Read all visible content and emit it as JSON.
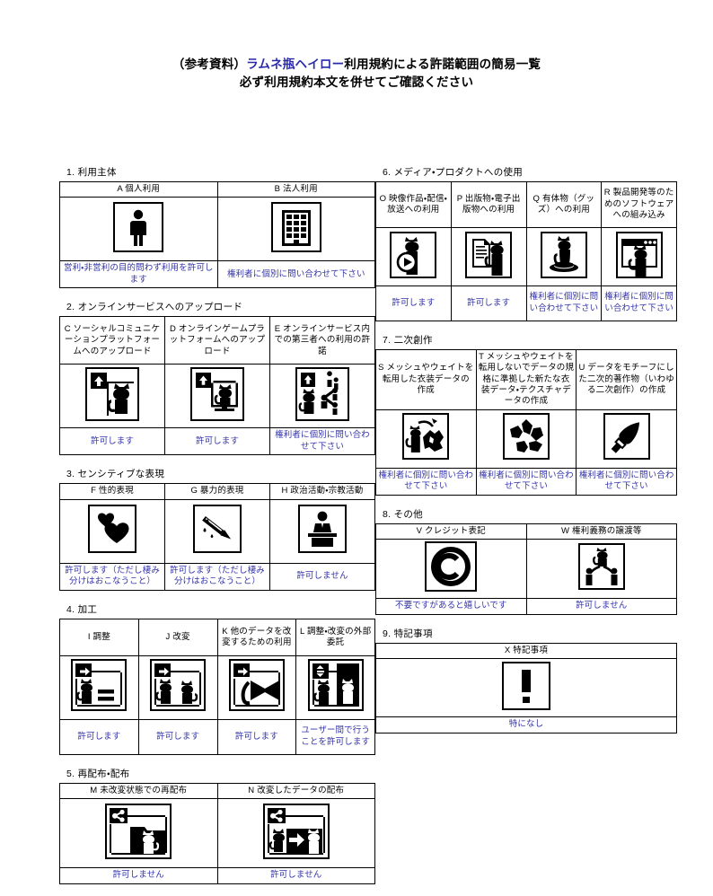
{
  "document": {
    "title_prefix": "（参考資料）",
    "title_accent": "ラムネ瓶ヘイロー",
    "title_suffix": "利用規約による許諾範囲の簡易一覧",
    "title_line2": "必ず利用規約本文を併せてご確認ください",
    "accent_color": "#2a2aaa",
    "note_color": "#3333aa"
  },
  "sections": [
    {
      "number": "1.",
      "title": "1. 利用主体",
      "columns": 2,
      "items": [
        {
          "code": "A",
          "label": "A 個人利用",
          "icon": "person-icon",
          "note": "営利・非営利の目的問わず利用を許可します"
        },
        {
          "code": "B",
          "label": "B 法人利用",
          "icon": "building-icon",
          "note": "権利者に個別に問い合わせて下さい"
        }
      ]
    },
    {
      "number": "2.",
      "title": "2. オンラインサービスへのアップロード",
      "columns": 3,
      "items": [
        {
          "code": "C",
          "label": "C ソーシャルコミュニケーションプラットフォームへのアップロード",
          "icon": "upload-cat-icon",
          "note": "許可します"
        },
        {
          "code": "D",
          "label": "D オンラインゲームプラットフォームへのアップロード",
          "icon": "upload-cat-monitor-icon",
          "note": "許可します"
        },
        {
          "code": "E",
          "label": "E オンラインサービス内での第三者への利用の許諾",
          "icon": "share-cat-people-icon",
          "note": "権利者に個別に問い合わせて下さい"
        }
      ]
    },
    {
      "number": "3.",
      "title": "3. センシティブな表現",
      "columns": 3,
      "items": [
        {
          "code": "F",
          "label": "F 性的表現",
          "icon": "hearts-icon",
          "note": "許可します（ただし棲み分けはおこなうこと）"
        },
        {
          "code": "G",
          "label": "G 暴力的表現",
          "icon": "knife-blood-icon",
          "note": "許可します（ただし棲み分けはおこなうこと）"
        },
        {
          "code": "H",
          "label": "H 政治活動・宗教活動",
          "icon": "podium-speaker-icon",
          "note": "許可しません"
        }
      ]
    },
    {
      "number": "4.",
      "title": "4. 加工",
      "columns": 4,
      "items": [
        {
          "code": "I",
          "label": "I 調整",
          "icon": "arrow-cat-equals-icon",
          "note": "許可します"
        },
        {
          "code": "J",
          "label": "J 改変",
          "icon": "arrow-cat-cat-icon",
          "note": "許可します"
        },
        {
          "code": "K",
          "label": "K 他のデータを改変するための利用",
          "icon": "arrow-cat-shape-icon",
          "note": "許可します"
        },
        {
          "code": "L",
          "label": "L 調整・改変の外部委託",
          "icon": "arrow-cat-outsource-icon",
          "note": "ユーザー間で行うことを許可します"
        }
      ]
    },
    {
      "number": "5.",
      "title": "5. 再配布・配布",
      "columns": 2,
      "items": [
        {
          "code": "M",
          "label": "M 未改変状態での再配布",
          "icon": "share-folder-cat-icon",
          "note": "許可しません"
        },
        {
          "code": "N",
          "label": "N 改変したデータの配布",
          "icon": "share-cat-arrow-cat-icon",
          "note": "許可しません"
        }
      ]
    },
    {
      "number": "6.",
      "title": "6. メディア・プロダクトへの使用",
      "columns": 4,
      "items": [
        {
          "code": "O",
          "label": "O 映像作品・配信・放送への利用",
          "icon": "cat-play-button-icon",
          "note": "許可します"
        },
        {
          "code": "P",
          "label": "P 出版物・電子出版物への利用",
          "icon": "cat-document-icon",
          "note": "許可します"
        },
        {
          "code": "Q",
          "label": "Q 有体物（グッズ）への利用",
          "icon": "cat-figure-base-icon",
          "note": "権利者に個別に問い合わせて下さい"
        },
        {
          "code": "R",
          "label": "R 製品開発等のためのソフトウェアへの組み込み",
          "icon": "cat-app-window-icon",
          "note": "権利者に個別に問い合わせて下さい"
        }
      ]
    },
    {
      "number": "7.",
      "title": "7. 二次創作",
      "columns": 3,
      "items": [
        {
          "code": "S",
          "label": "S メッシュやウェイトを転用した衣装データの作成",
          "icon": "cat-to-cloth-icon",
          "note": "権利者に個別に問い合わせて下さい"
        },
        {
          "code": "T",
          "label": "T メッシュやウェイトを転用しないでデータの規格に準拠した新たな衣装データ・テクスチャデータの作成",
          "icon": "cloth-pieces-icon",
          "note": "権利者に個別に問い合わせて下さい"
        },
        {
          "code": "U",
          "label": "U データをモチーフにした二次的著作物（いわゆる二次創作）の作成",
          "icon": "paint-brush-icon",
          "note": "権利者に個別に問い合わせて下さい"
        }
      ]
    },
    {
      "number": "8.",
      "title": "8. その他",
      "columns": 2,
      "items": [
        {
          "code": "V",
          "label": "V クレジット表記",
          "icon": "copyright-icon",
          "note": "不要ですがあると嬉しいです"
        },
        {
          "code": "W",
          "label": "W 権利義務の譲渡等",
          "icon": "cat-transfer-people-icon",
          "note": "許可しません"
        }
      ]
    },
    {
      "number": "9.",
      "title": "9. 特記事項",
      "columns": 1,
      "items": [
        {
          "code": "X",
          "label": "X 特記事項",
          "icon": "exclamation-icon",
          "note": "特になし"
        }
      ]
    }
  ]
}
